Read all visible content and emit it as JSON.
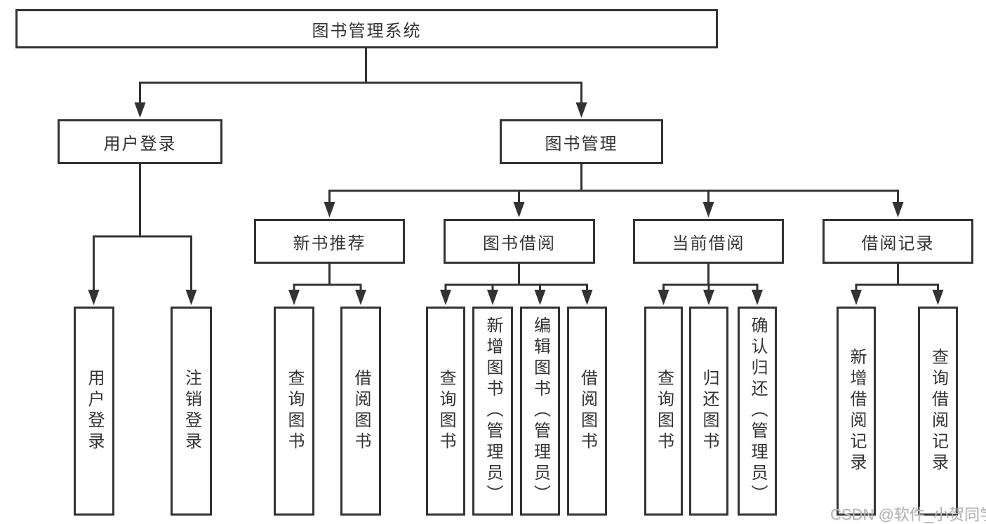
{
  "diagram": {
    "root": {
      "label": "图书管理系统"
    },
    "branches": [
      {
        "label": "用户登录",
        "children": [
          {
            "label": "用户登录"
          },
          {
            "label": "注销登录"
          }
        ]
      },
      {
        "label": "图书管理",
        "children": [
          {
            "label": "新书推荐",
            "children": [
              {
                "label": "查询图书"
              },
              {
                "label": "借阅图书"
              }
            ]
          },
          {
            "label": "图书借阅",
            "children": [
              {
                "label": "查询图书"
              },
              {
                "label": "新增图书（管理员）"
              },
              {
                "label": "编辑图书（管理员）"
              },
              {
                "label": "借阅图书"
              }
            ]
          },
          {
            "label": "当前借阅",
            "children": [
              {
                "label": "查询图书"
              },
              {
                "label": "归还图书"
              },
              {
                "label": "确认归还（管理员）"
              }
            ]
          },
          {
            "label": "借阅记录",
            "children": [
              {
                "label": "新增借阅记录"
              },
              {
                "label": "查询借阅记录"
              }
            ]
          }
        ]
      }
    ]
  },
  "watermark": "CSDN @软件_小贺同学",
  "colors": {
    "line": "#333333",
    "text": "#333333",
    "watermark": "#b5b5b5",
    "background": "#ffffff"
  }
}
